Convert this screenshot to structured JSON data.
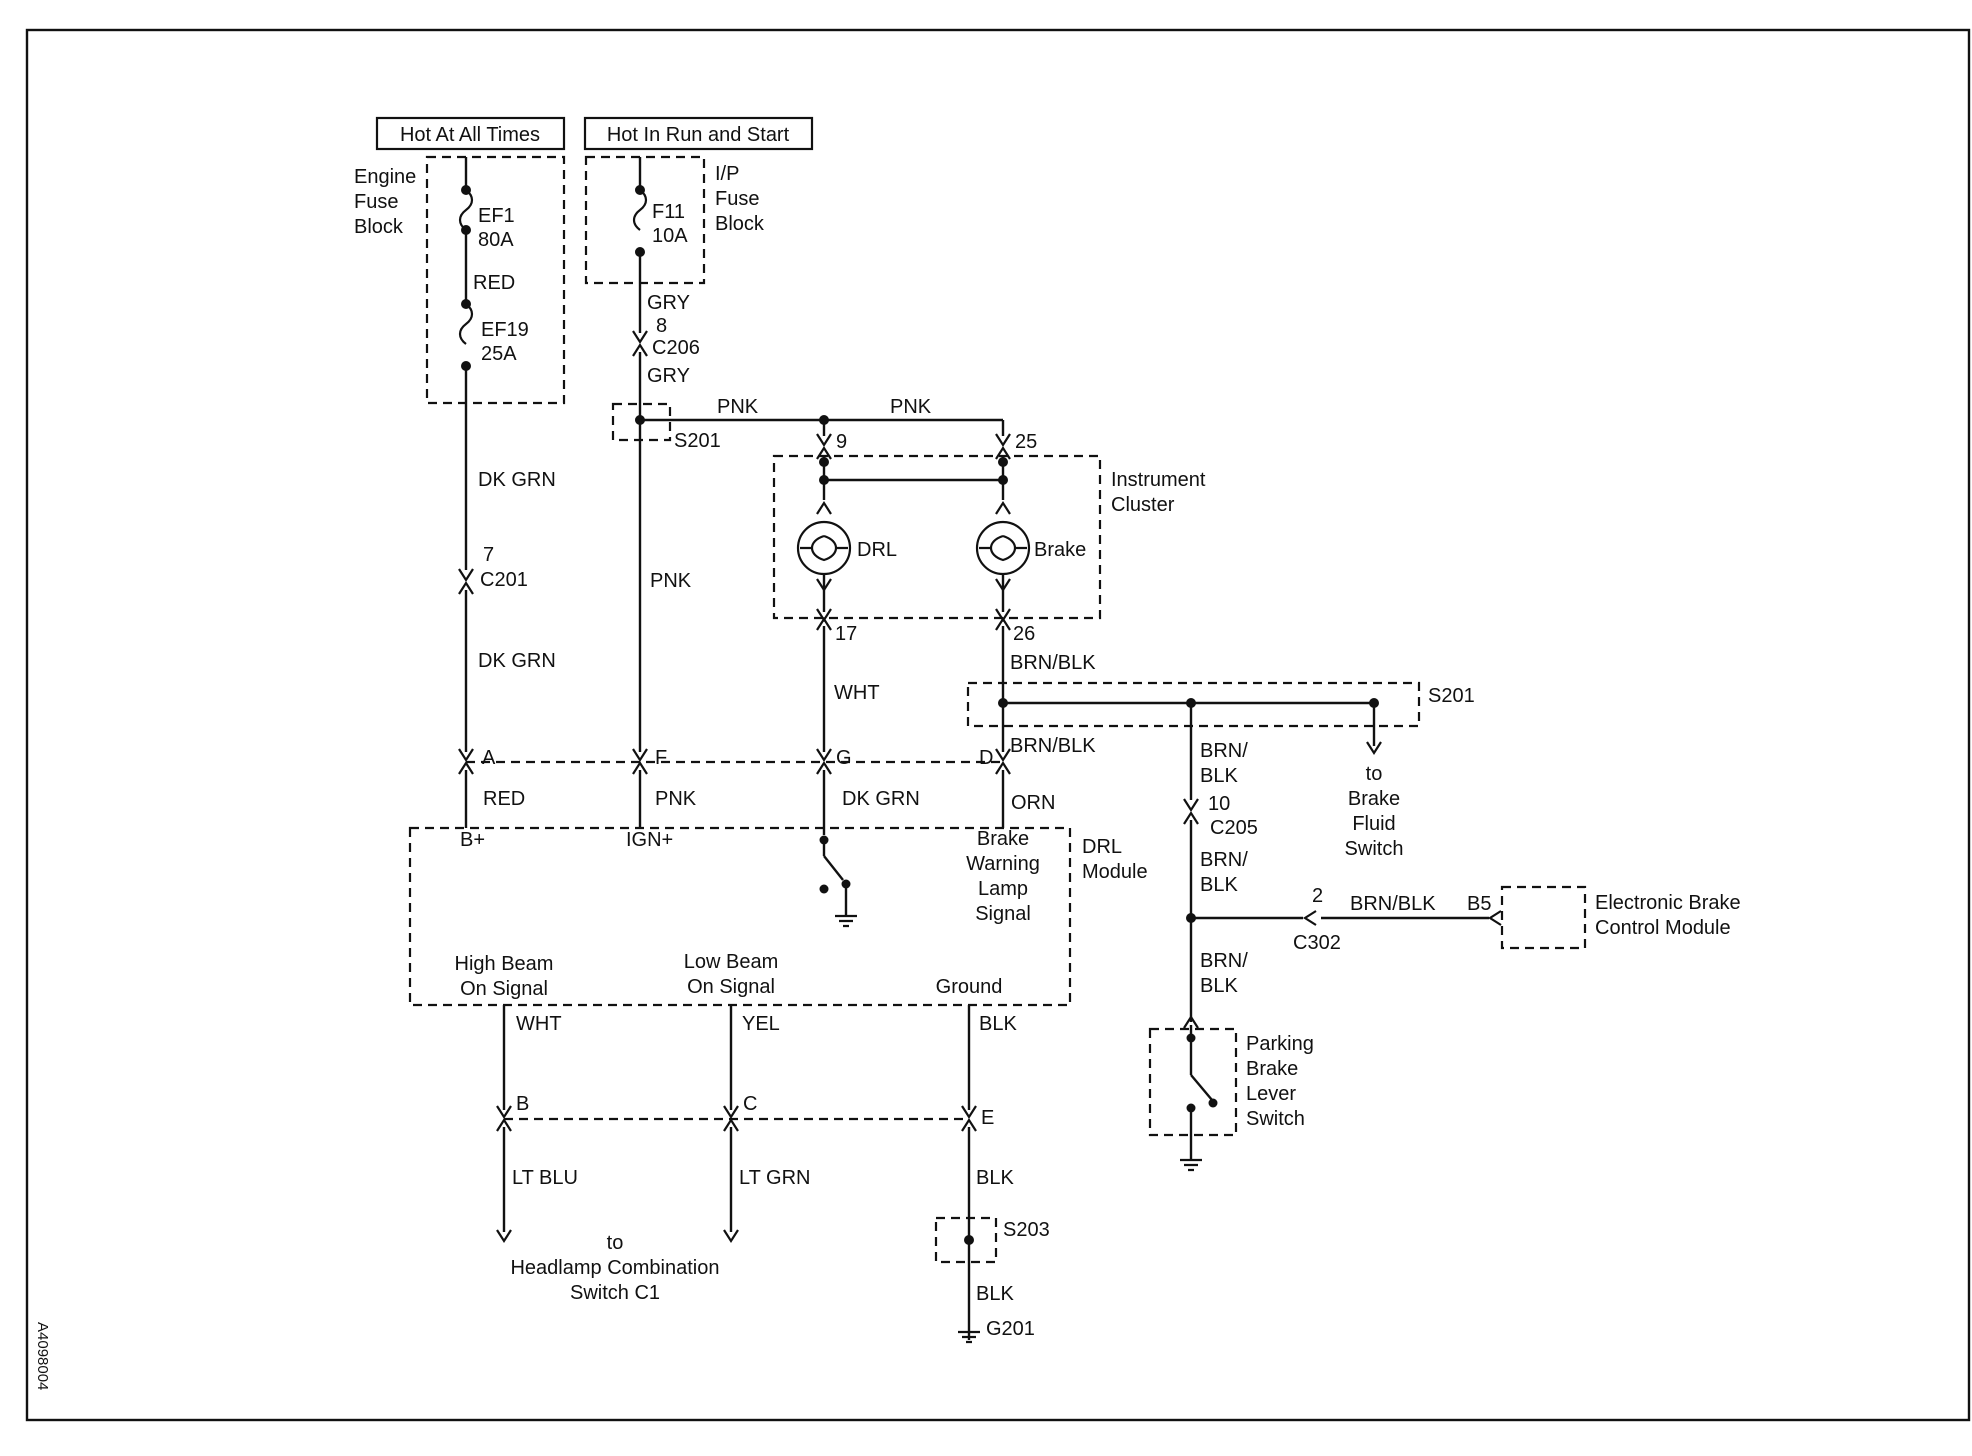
{
  "header": {
    "hot_at_all_times": "Hot At All Times",
    "hot_in_run_and_start": "Hot In Run and Start"
  },
  "engine_fuse_block": {
    "label_lines": [
      "Engine",
      "Fuse",
      "Block"
    ],
    "fuse1_name": "EF1",
    "fuse1_rating": "80A",
    "link_color": "RED",
    "fuse2_name": "EF19",
    "fuse2_rating": "25A"
  },
  "ip_fuse_block": {
    "label_lines": [
      "I/P",
      "Fuse",
      "Block"
    ],
    "fuse_name": "F11",
    "fuse_rating": "10A"
  },
  "wires": {
    "gry_top": "GRY",
    "c206_pin": "8",
    "c206": "C206",
    "gry_bottom": "GRY",
    "pnk_left": "PNK",
    "pnk_right": "PNK",
    "s201_top": "S201",
    "dk_grn_upper": "DK GRN",
    "c201_pin": "7",
    "c201": "C201",
    "dk_grn_lower": "DK GRN",
    "pnk_vertical": "PNK",
    "wht_cluster": "WHT",
    "pin_9": "9",
    "pin_25": "25",
    "pin_17": "17",
    "pin_26": "26",
    "brn_blk_top": "BRN/BLK",
    "s201_right": "S201",
    "brn_blk_d": "BRN/BLK",
    "brn_blk_1": [
      "BRN/",
      "BLK"
    ],
    "pin_10": "10",
    "c205": "C205",
    "brn_blk_2": [
      "BRN/",
      "BLK"
    ],
    "brn_blk_3": [
      "BRN/",
      "BLK"
    ],
    "c302_pin": "2",
    "c302": "C302",
    "brn_blk_ebcm": "BRN/BLK",
    "b5": "B5",
    "to_brake_fluid_switch": [
      "to",
      "Brake",
      "Fluid",
      "Switch"
    ]
  },
  "instrument_cluster": {
    "label_lines": [
      "Instrument",
      "Cluster"
    ],
    "drl_lamp": "DRL",
    "brake_lamp": "Brake"
  },
  "drl_module": {
    "label_lines": [
      "DRL",
      "Module"
    ],
    "pin_a": "A",
    "pin_f": "F",
    "pin_g": "G",
    "pin_d": "D",
    "wire_red": "RED",
    "wire_pnk": "PNK",
    "wire_dk_grn": "DK GRN",
    "wire_orn": "ORN",
    "b_plus": "B+",
    "ign_plus": "IGN+",
    "brake_warning": [
      "Brake",
      "Warning",
      "Lamp",
      "Signal"
    ],
    "high_beam": [
      "High Beam",
      "On Signal"
    ],
    "low_beam": [
      "Low Beam",
      "On Signal"
    ],
    "ground": "Ground",
    "wire_wht": "WHT",
    "wire_yel": "YEL",
    "wire_blk": "BLK"
  },
  "lower": {
    "pin_b": "B",
    "pin_c": "C",
    "pin_e": "E",
    "lt_blu": "LT BLU",
    "lt_grn": "LT GRN",
    "blk_1": "BLK",
    "s203": "S203",
    "blk_2": "BLK",
    "g201": "G201",
    "to_headlamp": [
      "to",
      "Headlamp Combination",
      "Switch C1"
    ]
  },
  "ebcm": {
    "label_lines": [
      "Electronic Brake",
      "Control Module"
    ]
  },
  "parking_brake": {
    "label_lines": [
      "Parking",
      "Brake",
      "Lever",
      "Switch"
    ]
  },
  "figure_code": "A4098004"
}
